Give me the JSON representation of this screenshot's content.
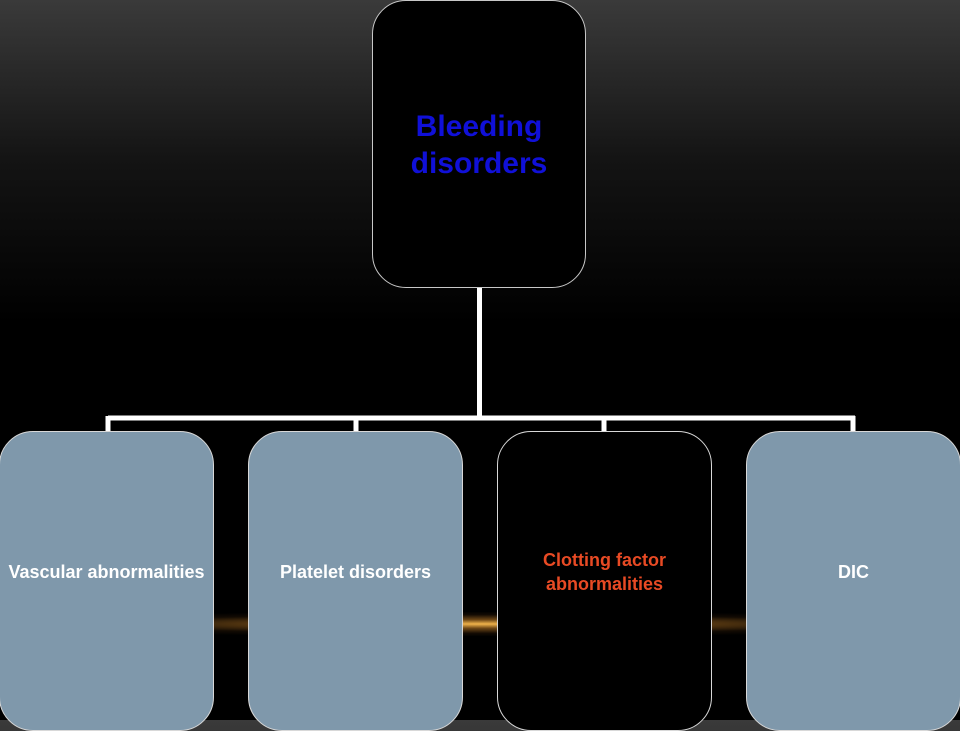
{
  "diagram": {
    "root": {
      "label": "Bleeding\ndisorders",
      "text_color": "#1010d8",
      "fill": "#000000"
    },
    "children": [
      {
        "label": "Vascular abnormalities",
        "fill": "#7f98ab",
        "text_color": "#ffffff"
      },
      {
        "label": "Platelet disorders",
        "fill": "#7f98ab",
        "text_color": "#ffffff"
      },
      {
        "label": "Clotting factor abnormalities",
        "fill": "#000000",
        "text_color": "#e84a24"
      },
      {
        "label": "DIC",
        "fill": "#7f98ab",
        "text_color": "#ffffff"
      }
    ],
    "connector_color": "#ffffff"
  }
}
